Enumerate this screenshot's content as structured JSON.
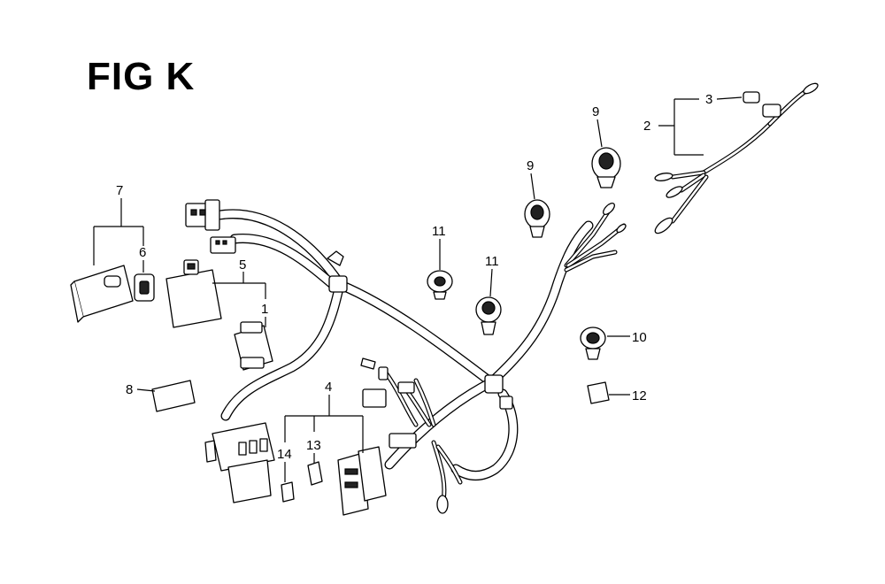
{
  "figure": {
    "title": "FIG K"
  },
  "callouts": {
    "c1": "1",
    "c2": "2",
    "c3": "3",
    "c4": "4",
    "c5": "5",
    "c6": "6",
    "c7": "7",
    "c8": "8",
    "c9a": "9",
    "c9b": "9",
    "c10": "10",
    "c11a": "11",
    "c11b": "11",
    "c12": "12",
    "c13": "13",
    "c14": "14"
  }
}
